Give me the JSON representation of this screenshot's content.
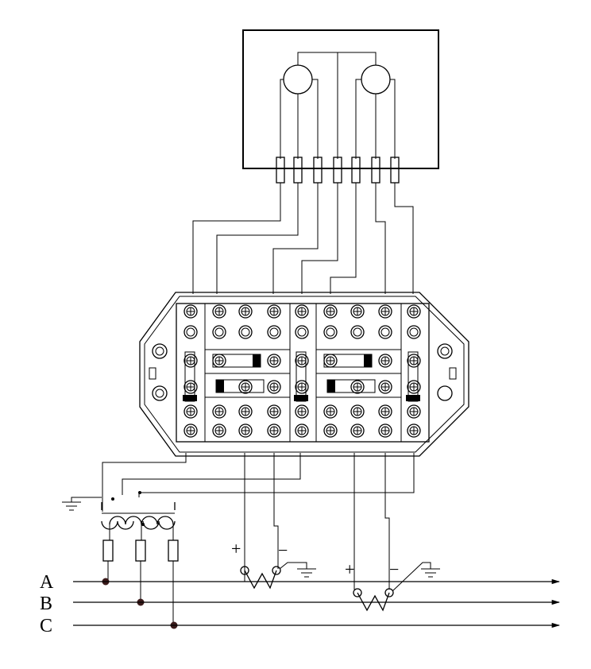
{
  "phases": [
    {
      "label": "A"
    },
    {
      "label": "B"
    },
    {
      "label": "C"
    }
  ],
  "signs": {
    "plus": "+",
    "minus": "−"
  },
  "colors": {
    "line": "#000000",
    "background": "#ffffff",
    "node": "#3a1a1a"
  }
}
